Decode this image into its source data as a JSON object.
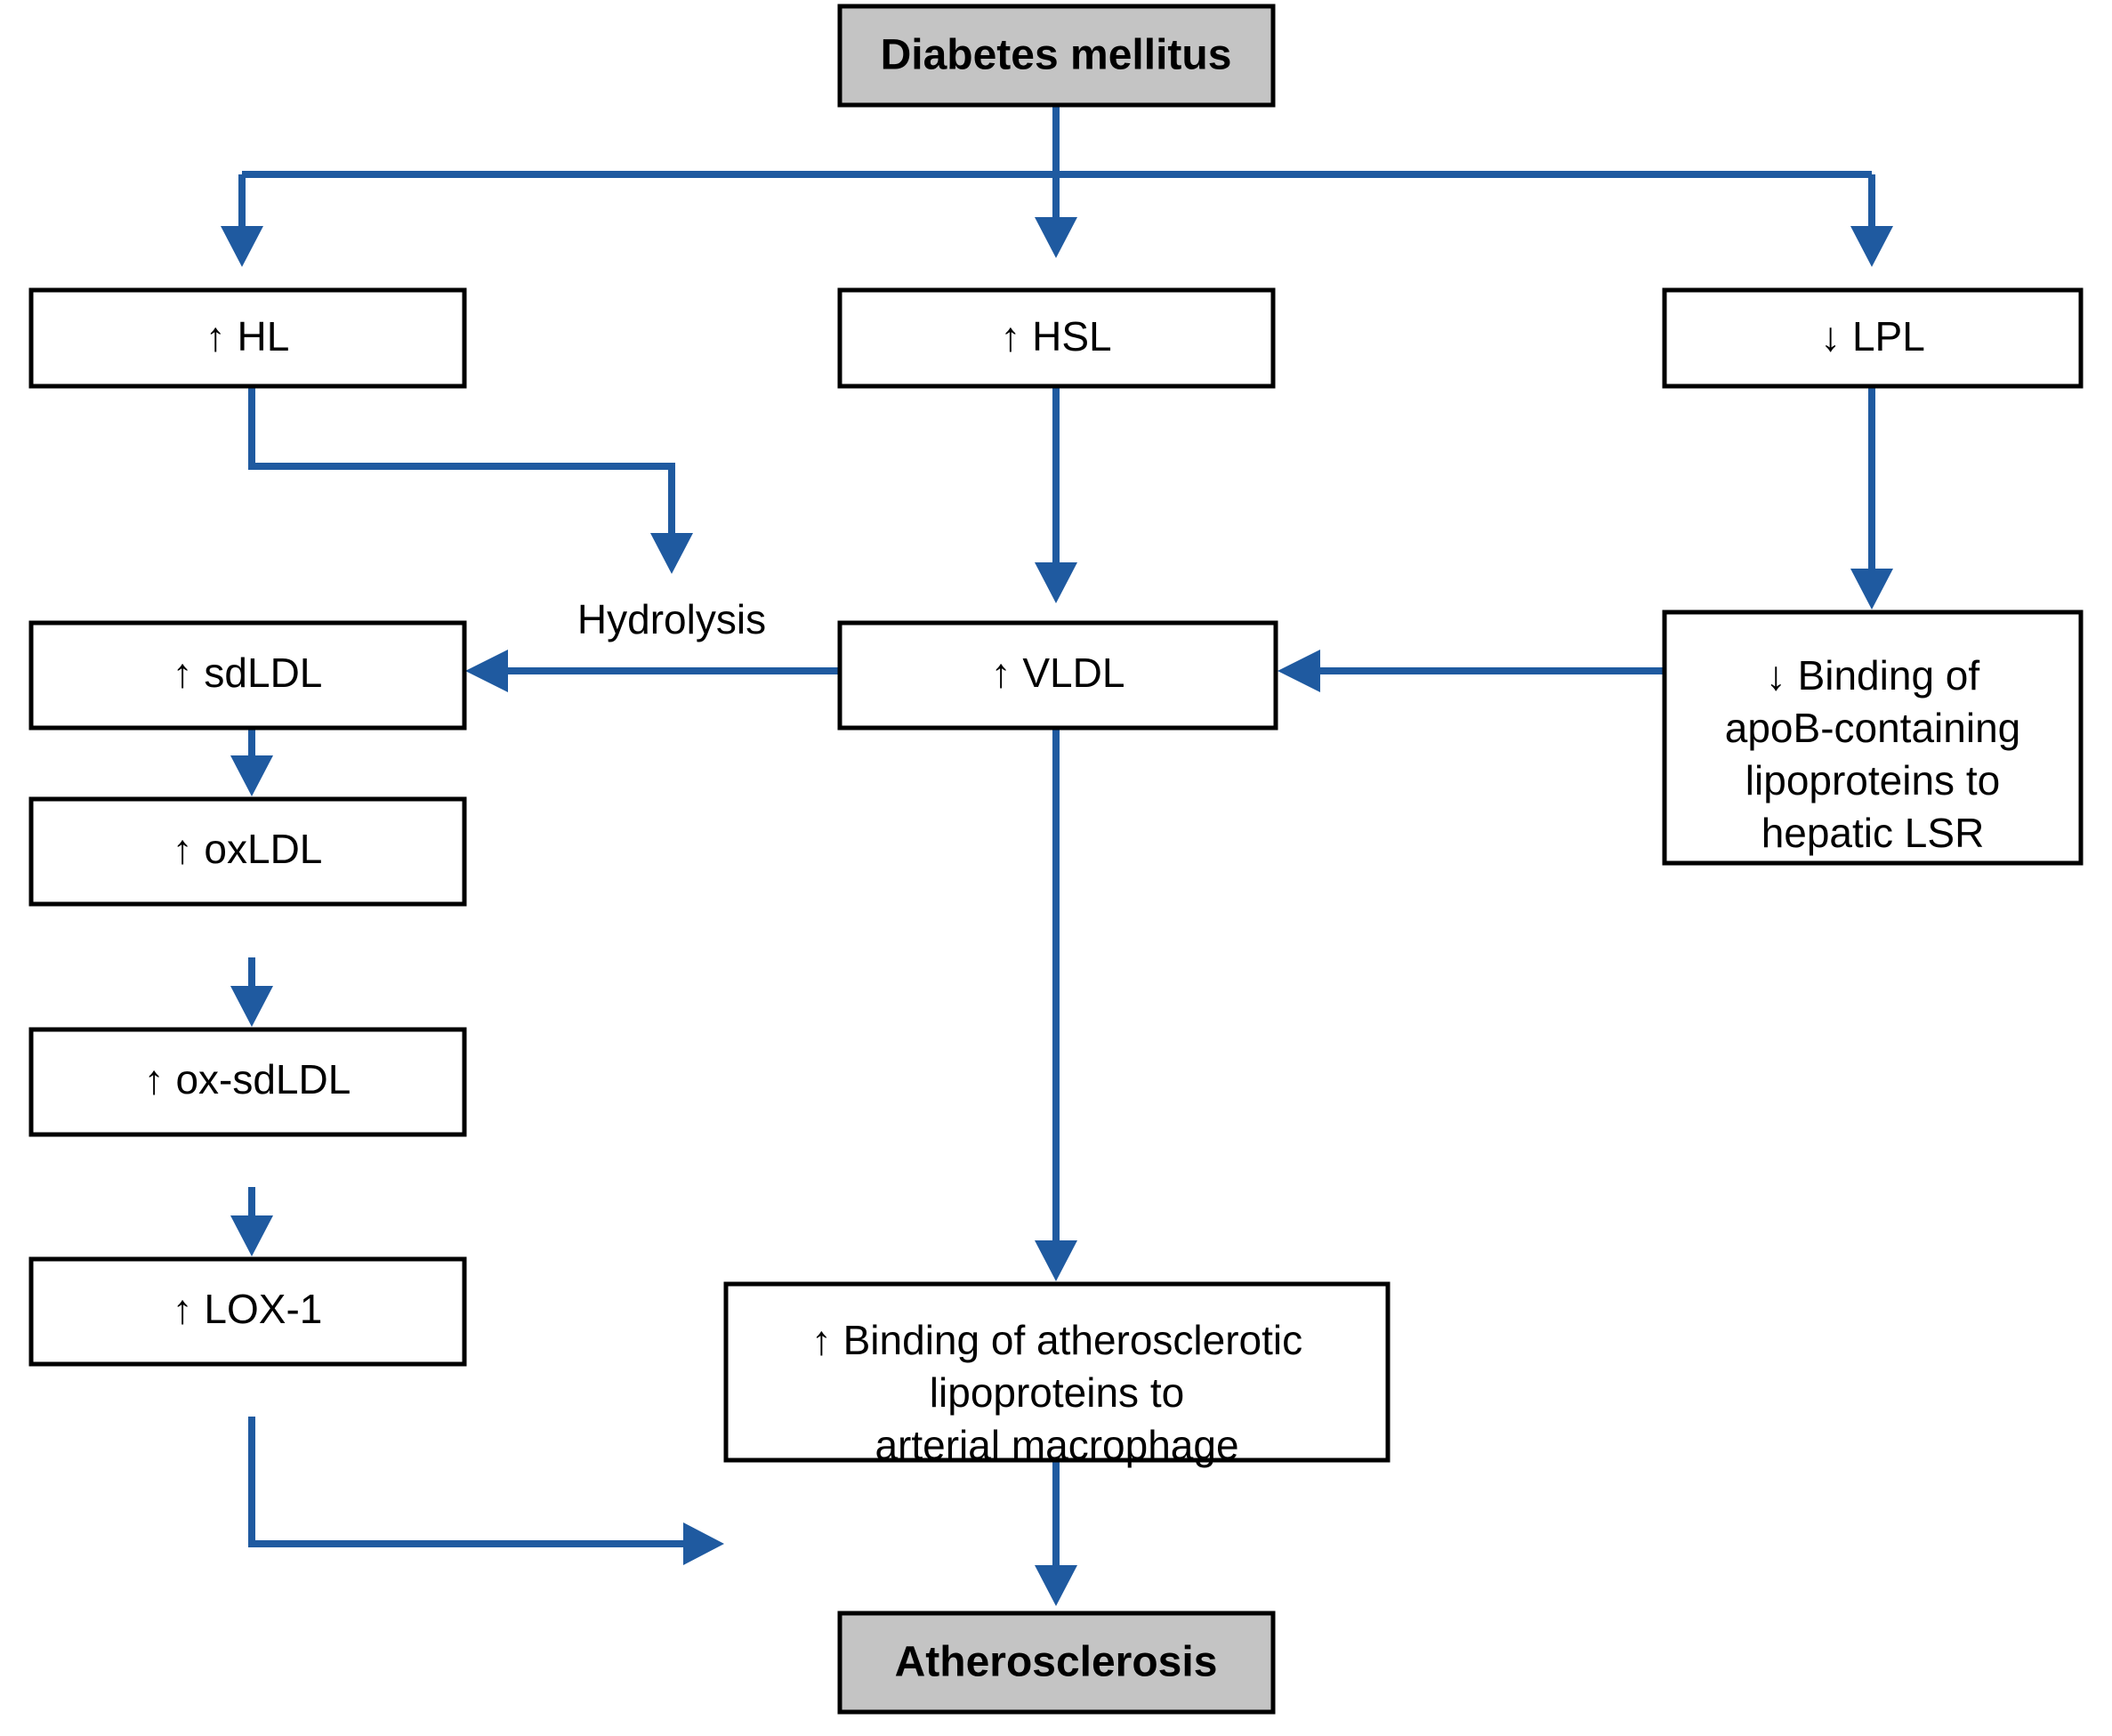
{
  "diagram": {
    "title": "Diabetes mellitus to atherosclerosis lipoprotein pathway",
    "colors": {
      "arrow": "#1f5aa0",
      "node_fill": "#ffffff",
      "accent_fill": "#c4c4c4",
      "border": "#000000",
      "text": "#000000",
      "background": "#ffffff"
    },
    "nodes": [
      {
        "id": "diabetes",
        "label": "Diabetes mellitus",
        "lines": [
          "Diabetes mellitus"
        ],
        "style": "accent",
        "bold": true
      },
      {
        "id": "hl",
        "label": "↑ HL",
        "lines": [
          "↑ HL"
        ],
        "style": "plain",
        "bold": false
      },
      {
        "id": "hsl",
        "label": "↑ HSL",
        "lines": [
          "↑ HSL"
        ],
        "style": "plain",
        "bold": false
      },
      {
        "id": "lpl",
        "label": "↓ LPL",
        "lines": [
          "↓ LPL"
        ],
        "style": "plain",
        "bold": false
      },
      {
        "id": "sdldl",
        "label": "↑ sdLDL",
        "lines": [
          "↑ sdLDL"
        ],
        "style": "plain",
        "bold": false
      },
      {
        "id": "vldl",
        "label": "↑ VLDL",
        "lines": [
          "↑ VLDL"
        ],
        "style": "plain",
        "bold": false
      },
      {
        "id": "lsr",
        "label": "↓ Binding of apoB-containing lipoproteins to hepatic LSR",
        "lines": [
          "↓ Binding of",
          "apoB-containing",
          "lipoproteins to",
          "hepatic LSR"
        ],
        "style": "plain",
        "bold": false
      },
      {
        "id": "oxldl",
        "label": "↑ oxLDL",
        "lines": [
          "↑ oxLDL"
        ],
        "style": "plain",
        "bold": false
      },
      {
        "id": "oxsdldl",
        "label": "↑ ox-sdLDL",
        "lines": [
          "↑ ox-sdLDL"
        ],
        "style": "plain",
        "bold": false
      },
      {
        "id": "lox1",
        "label": "↑ LOX-1",
        "lines": [
          "↑ LOX-1"
        ],
        "style": "plain",
        "bold": false
      },
      {
        "id": "macrophage",
        "label": "↑ Binding of atherosclerotic lipoproteins to arterial macrophage",
        "lines": [
          "↑ Binding of atherosclerotic",
          "lipoproteins to",
          "arterial macrophage"
        ],
        "style": "plain",
        "bold": false
      },
      {
        "id": "atherosclerosis",
        "label": "Atherosclerosis",
        "lines": [
          "Atherosclerosis"
        ],
        "style": "accent",
        "bold": true
      }
    ],
    "edge_labels": [
      {
        "id": "hydrolysis",
        "text": "Hydrolysis"
      }
    ],
    "edges": [
      {
        "from": "diabetes",
        "to": "hl"
      },
      {
        "from": "diabetes",
        "to": "hsl"
      },
      {
        "from": "diabetes",
        "to": "lpl"
      },
      {
        "from": "hl",
        "to": "hydrolysis"
      },
      {
        "from": "hsl",
        "to": "vldl"
      },
      {
        "from": "lpl",
        "to": "lsr"
      },
      {
        "from": "vldl",
        "to": "sdldl"
      },
      {
        "from": "lsr",
        "to": "vldl"
      },
      {
        "from": "sdldl",
        "to": "oxldl"
      },
      {
        "from": "oxldl",
        "to": "oxsdldl"
      },
      {
        "from": "oxsdldl",
        "to": "lox1"
      },
      {
        "from": "lox1",
        "to": "macrophage"
      },
      {
        "from": "vldl",
        "to": "macrophage"
      },
      {
        "from": "macrophage",
        "to": "atherosclerosis"
      }
    ]
  }
}
